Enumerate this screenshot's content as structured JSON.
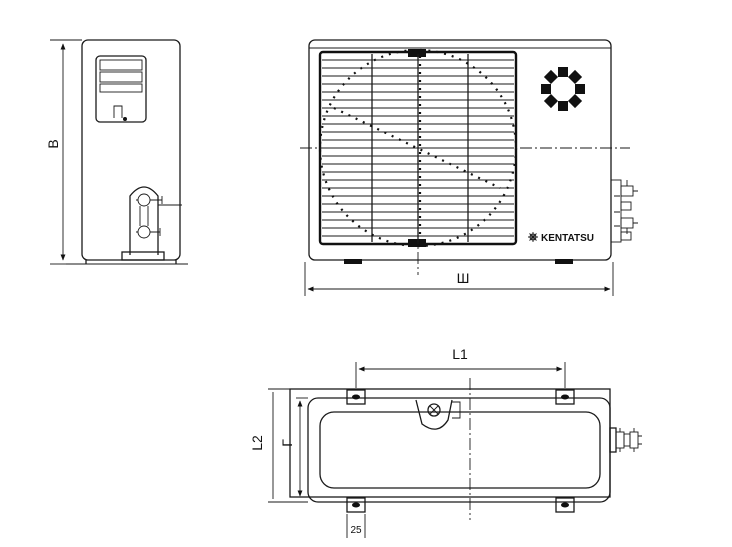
{
  "labels": {
    "height": "B",
    "width": "Ш",
    "l1": "L1",
    "l2": "L2",
    "g": "Г",
    "offset": "25"
  },
  "brand": {
    "name": "KENTATSU",
    "logo_icon": "kentatsu-flower-logo-icon"
  },
  "colors": {
    "line": "#1a1a1a",
    "background": "#ffffff"
  }
}
